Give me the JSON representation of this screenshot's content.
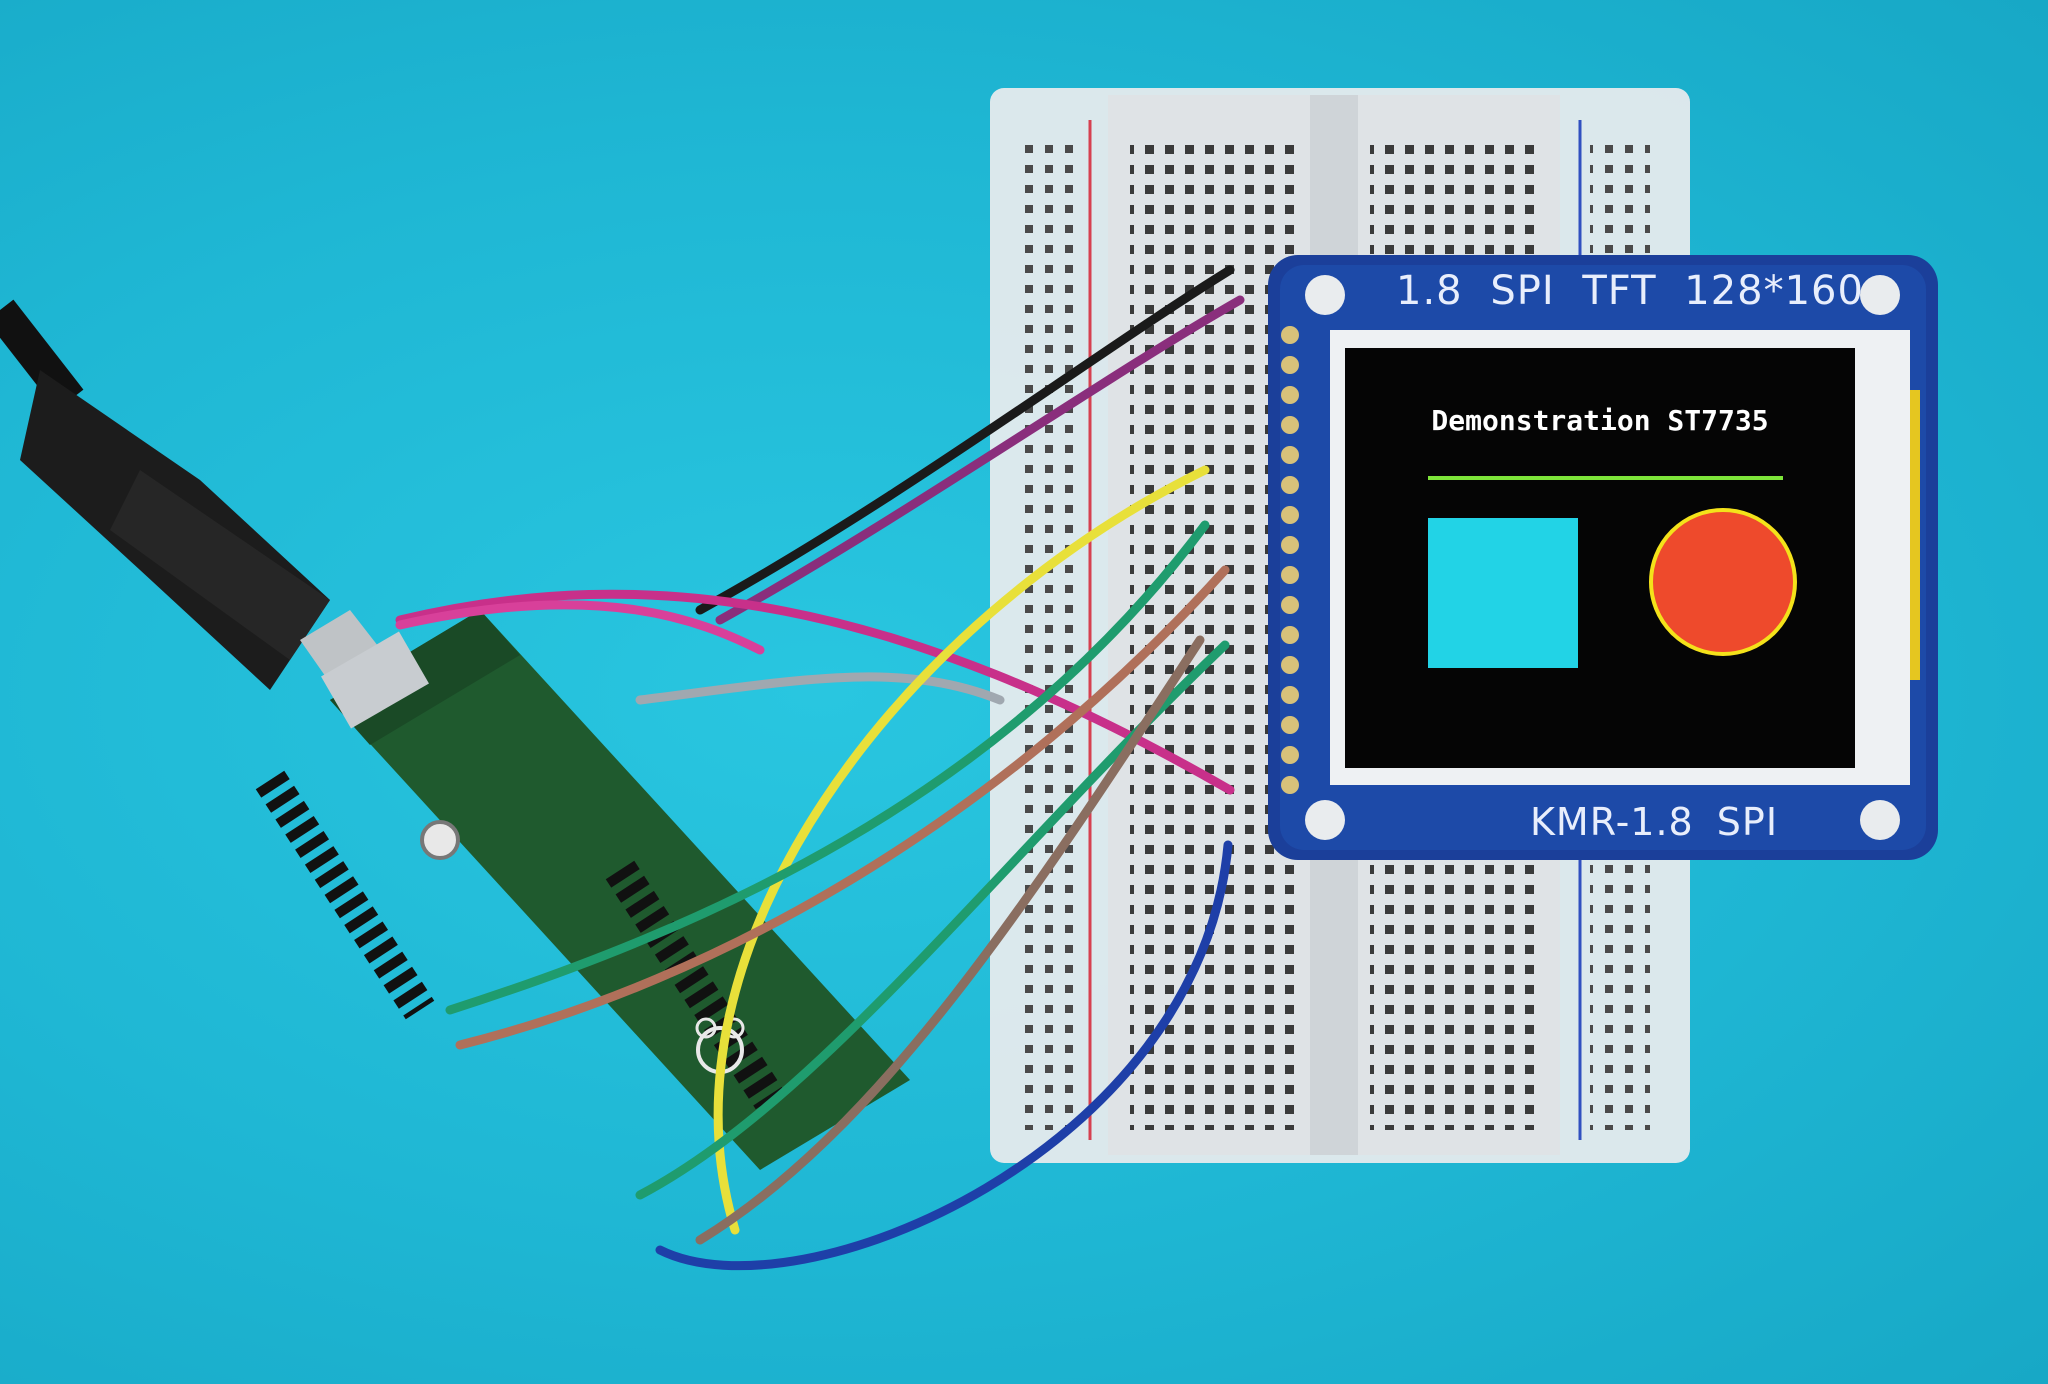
{
  "photo": {
    "subject": "breadboard-with-microcontroller-and-tft-display",
    "background_color": "#1fb7d4"
  },
  "tft_module": {
    "top_label": "1.8 SPI TFT  128*160",
    "bottom_label": "KMR-1.8 SPI",
    "pcb_color": "#1b3f9a"
  },
  "tft_screen": {
    "title": "Demonstration ST7735",
    "line_color": "#7ee63a",
    "square_color": "#22d3e6",
    "circle_fill": "#ee4a2c",
    "circle_outline": "#f4e21a"
  },
  "wires": {
    "colors": [
      "#1a1a1a",
      "#8a2e7c",
      "#e8e03a",
      "#1f9c6e",
      "#c0303a",
      "#b0705a",
      "#8a6e60",
      "#1e3fa8",
      "#d8409a",
      "#c8308a",
      "#a0a8b0"
    ]
  },
  "icons": [
    "usb-cable-icon",
    "raspberry-logo-icon",
    "reset-button-icon"
  ]
}
